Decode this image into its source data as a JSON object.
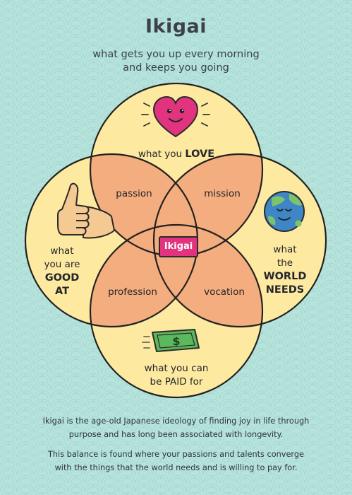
{
  "title": "Ikigai",
  "subtitle": [
    "what gets you up every morning",
    "and keeps you going"
  ],
  "circles": {
    "love": {
      "pre": "what you ",
      "strong": "LOVE"
    },
    "good": [
      "what",
      "you are",
      "GOOD",
      "AT"
    ],
    "world": [
      "what",
      "the",
      "WORLD",
      "NEEDS"
    ],
    "paid": [
      "what you can",
      "be PAID for"
    ]
  },
  "overlaps": {
    "passion": "passion",
    "mission": "mission",
    "profession": "profession",
    "vocation": "vocation",
    "center": "Ikigai"
  },
  "icons": [
    "heart-icon",
    "thumbs-up-icon",
    "earth-icon",
    "money-icon"
  ],
  "footer": {
    "p1": [
      "Ikigai is the age-old Japanese ideology of finding joy in life through",
      "purpose and has long been associated with longevity."
    ],
    "p2": [
      "This balance is found where your passions and talents converge",
      "with the things that the world needs and is willing to pay for."
    ]
  },
  "colors": {
    "background": "#b6e4dc",
    "circle_fill": "#fde9a0",
    "overlap_fill": "#f3ad7e",
    "center_badge": "#e2337f",
    "heart": "#e2337f",
    "earth_water": "#3f86c7",
    "earth_land": "#7cc36b",
    "money": "#5cb85c"
  }
}
